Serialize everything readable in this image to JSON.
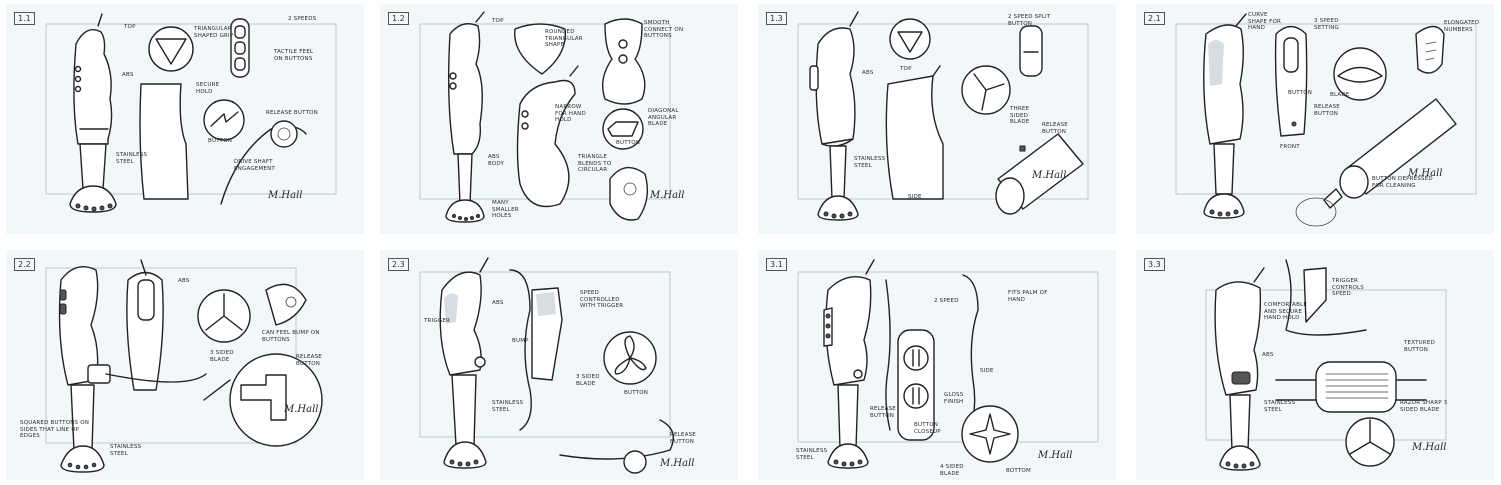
{
  "panels": [
    {
      "id": "1.1",
      "notes": [
        "TOP",
        "TRIANGULAR SHAPED GRIP",
        "2 SPEEDS",
        "TACTILE FEEL ON BUTTONS",
        "ABS",
        "SECURE HOLD",
        "RELEASE BUTTON",
        "STAINLESS STEEL",
        "BUTTON",
        "DRIVE SHAFT ENGAGEMENT"
      ],
      "signature": "M.Hall"
    },
    {
      "id": "1.2",
      "notes": [
        "TOP",
        "ROUNDED TRIANGULAR SHAPE",
        "SMOOTH CONNECT ON BUTTONS",
        "NARROW FOR HAND HOLD",
        "ABS BODY",
        "DIAGONAL ANGULAR BLADE",
        "BUTTON",
        "TRIANGLE BLENDS TO CIRCULAR",
        "MANY SMALLER HOLES"
      ],
      "signature": "M.Hall"
    },
    {
      "id": "1.3",
      "notes": [
        "TOP",
        "2 SPEED SPLIT BUTTON",
        "ABS",
        "THREE SIDED BLADE",
        "RELEASE BUTTON",
        "STAINLESS STEEL",
        "SIDE"
      ],
      "signature": "M.Hall"
    },
    {
      "id": "2.1",
      "notes": [
        "CURVE SHAPE FOR HAND",
        "3 SPEED SETTING",
        "BUTTON",
        "ELONGATED NUMBERS",
        "BLADE",
        "RELEASE BUTTON",
        "FRONT",
        "BUTTON DEPRESSED FOR CLEANING"
      ],
      "signature": "M.Hall"
    },
    {
      "id": "2.2",
      "notes": [
        "ABS",
        "CAN FEEL BUMP ON BUTTONS",
        "3 SIDED BLADE",
        "RELEASE BUTTON",
        "SQUARED BUTTONS ON SIDES THAT LINE UP EDGES",
        "STAINLESS STEEL"
      ],
      "signature": "M.Hall"
    },
    {
      "id": "2.3",
      "notes": [
        "TRIGGER",
        "ABS",
        "SPEED CONTROLLED WITH TRIGGER",
        "BUMP",
        "3 SIDED BLADE",
        "BUTTON",
        "STAINLESS STEEL",
        "RELEASE BUTTON"
      ],
      "signature": "M.Hall"
    },
    {
      "id": "3.1",
      "notes": [
        "2 SPEED",
        "FITS PALM OF HAND",
        "SIDE",
        "GLOSS FINISH",
        "BUTTON CLOSEUP",
        "RELEASE BUTTON",
        "STAINLESS STEEL",
        "4 SIDED BLADE",
        "BOTTOM"
      ],
      "signature": "M.Hall"
    },
    {
      "id": "3.3",
      "notes": [
        "TRIGGER CONTROLS SPEED",
        "COMFORTABLE AND SECURE HAND HOLD",
        "TEXTURED BUTTON",
        "ABS",
        "STAINLESS STEEL",
        "RAZOR SHARP 3 SIDED BLADE"
      ],
      "signature": "M.Hall"
    }
  ],
  "colors": {
    "panel_bg": "#f2f8fa",
    "ink": "#222222",
    "page_bg": "#ffffff"
  }
}
